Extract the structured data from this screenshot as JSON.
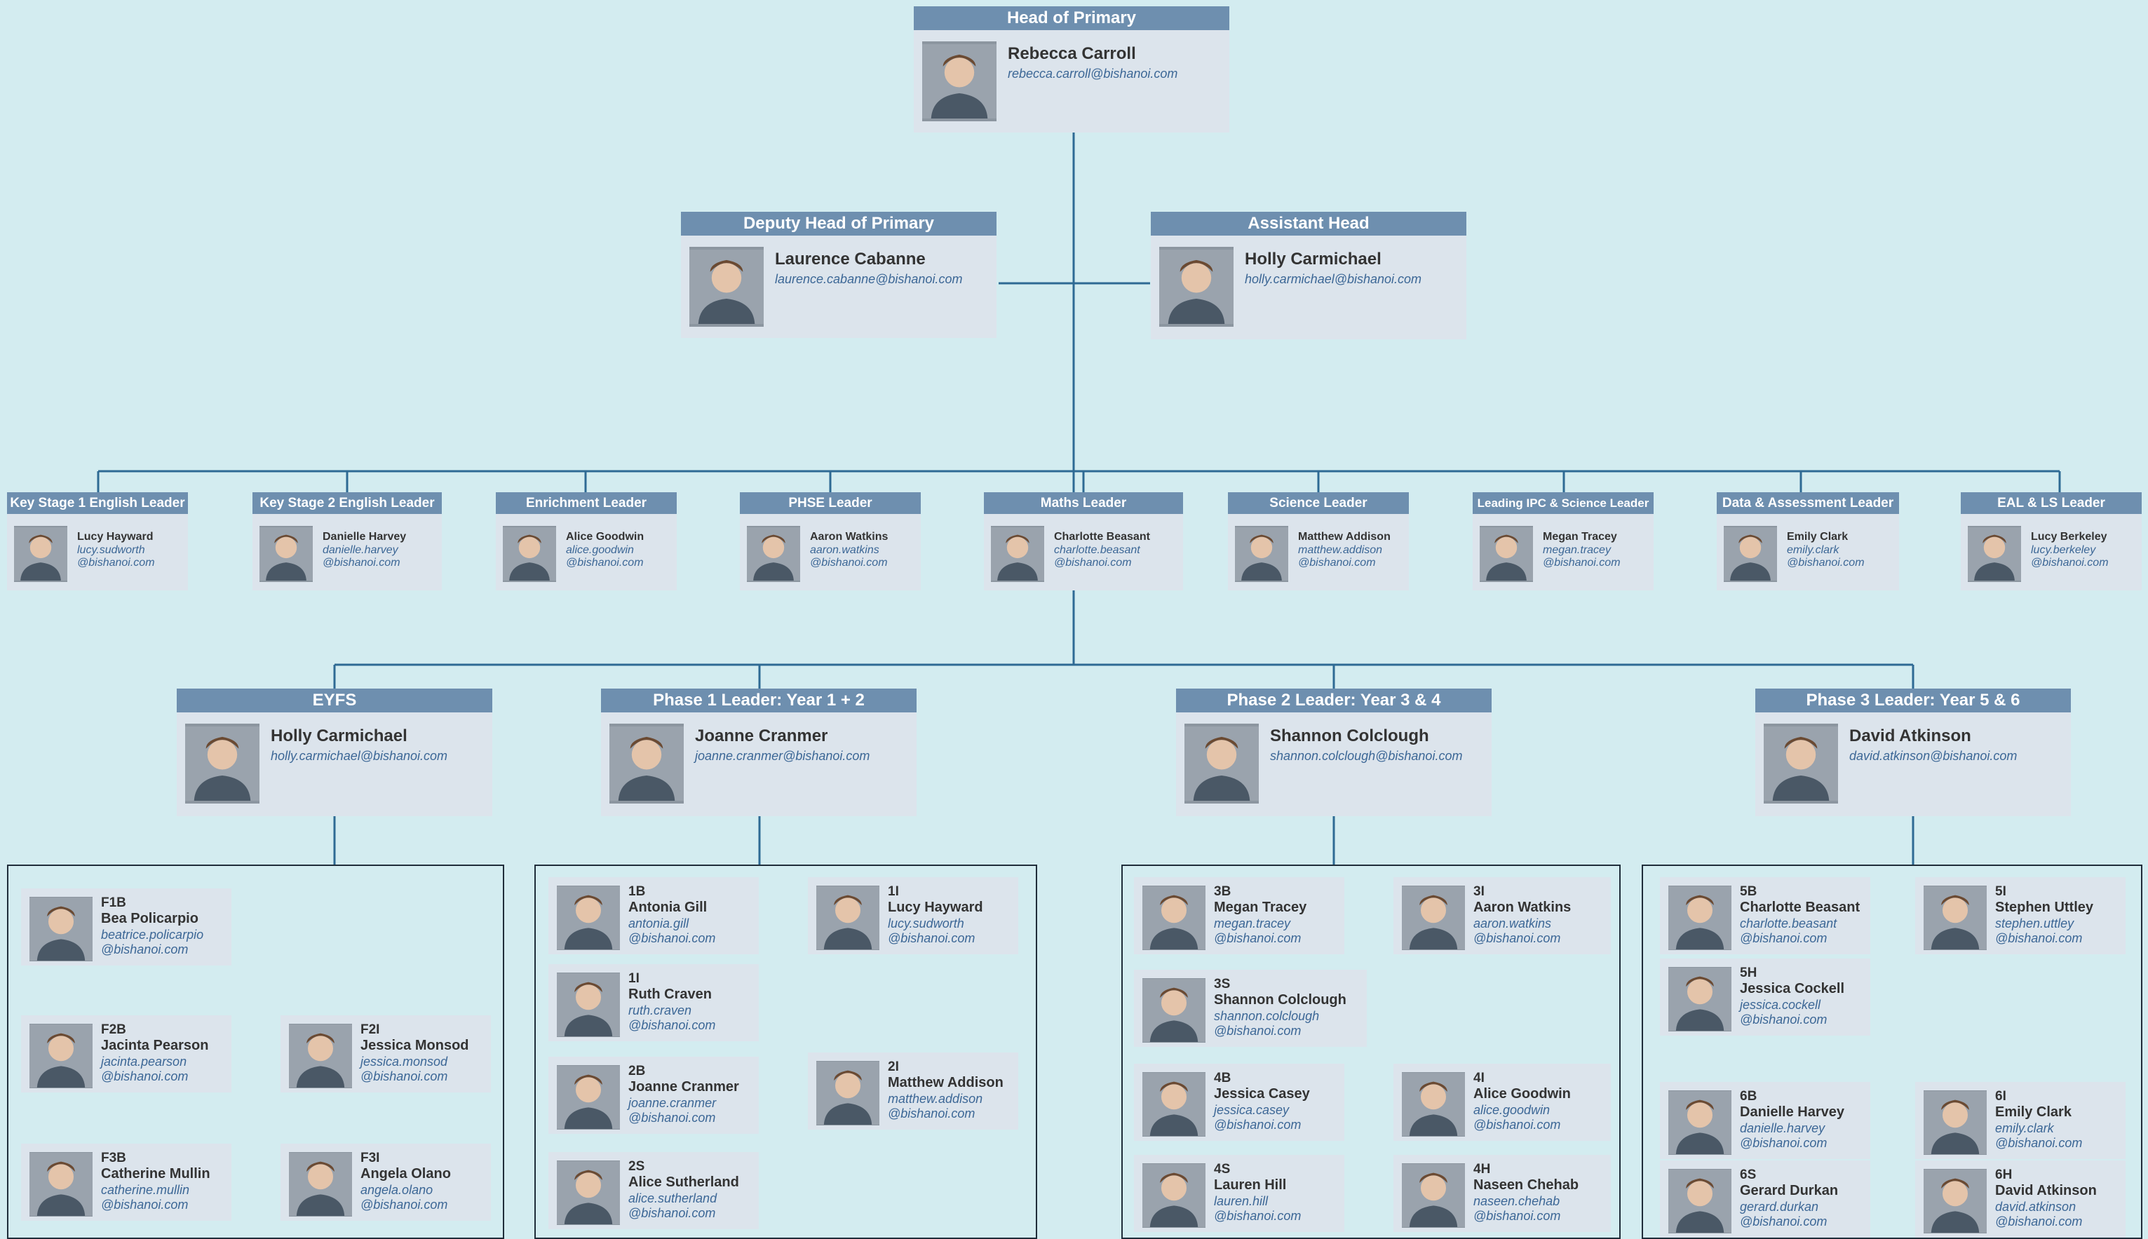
{
  "colors": {
    "background": "#d3ecf0",
    "header_bar": "#6e8faf",
    "card": "#dce4ec",
    "line": "#2e6a94",
    "email": "#3c6796",
    "name": "#333333",
    "team_border": "#1f2d3a"
  },
  "head": {
    "role": "Head of Primary",
    "name": "Rebecca Carroll",
    "email": "rebecca.carroll@bishanoi.com"
  },
  "deputy": {
    "role": "Deputy Head of Primary",
    "name": "Laurence Cabanne",
    "email": "laurence.cabanne@bishanoi.com"
  },
  "assistant": {
    "role": "Assistant Head",
    "name": "Holly Carmichael",
    "email": "holly.carmichael@bishanoi.com"
  },
  "leaders": [
    {
      "role": "Key Stage 1 English Leader",
      "name": "Lucy Hayward",
      "email1": "lucy.sudworth",
      "email2": "@bishanoi.com"
    },
    {
      "role": "Key Stage 2 English Leader",
      "name": "Danielle Harvey",
      "email1": "danielle.harvey",
      "email2": "@bishanoi.com"
    },
    {
      "role": "Enrichment Leader",
      "name": "Alice Goodwin",
      "email1": "alice.goodwin",
      "email2": "@bishanoi.com"
    },
    {
      "role": "PHSE Leader",
      "name": "Aaron Watkins",
      "email1": "aaron.watkins",
      "email2": "@bishanoi.com"
    },
    {
      "role": "Maths Leader",
      "name": "Charlotte Beasant",
      "email1": "charlotte.beasant",
      "email2": "@bishanoi.com"
    },
    {
      "role": "Science Leader",
      "name": "Matthew Addison",
      "email1": "matthew.addison",
      "email2": "@bishanoi.com"
    },
    {
      "role": "Leading IPC & Science Leader",
      "name": "Megan Tracey",
      "email1": "megan.tracey",
      "email2": "@bishanoi.com"
    },
    {
      "role": "Data & Assessment Leader",
      "name": "Emily Clark",
      "email1": "emily.clark",
      "email2": "@bishanoi.com"
    },
    {
      "role": "EAL & LS Leader",
      "name": "Lucy Berkeley",
      "email1": "lucy.berkeley",
      "email2": "@bishanoi.com"
    }
  ],
  "phases": [
    {
      "role": "EYFS",
      "name": "Holly Carmichael",
      "email": "holly.carmichael@bishanoi.com"
    },
    {
      "role": "Phase 1 Leader: Year 1 + 2",
      "name": "Joanne Cranmer",
      "email": "joanne.cranmer@bishanoi.com"
    },
    {
      "role": "Phase 2 Leader: Year 3 & 4",
      "name": "Shannon Colclough",
      "email": "shannon.colclough@bishanoi.com"
    },
    {
      "role": "Phase 3 Leader: Year 5 & 6",
      "name": "David Atkinson",
      "email": "david.atkinson@bishanoi.com"
    }
  ],
  "classes": [
    [
      {
        "code": "F1B",
        "name": "Bea Policarpio",
        "email1": "beatrice.policarpio",
        "email2": "@bishanoi.com"
      },
      {
        "code": "F2B",
        "name": "Jacinta Pearson",
        "email1": "jacinta.pearson",
        "email2": "@bishanoi.com"
      },
      {
        "code": "F2I",
        "name": "Jessica Monsod",
        "email1": "jessica.monsod",
        "email2": "@bishanoi.com"
      },
      {
        "code": "F3B",
        "name": "Catherine Mullin",
        "email1": "catherine.mullin",
        "email2": "@bishanoi.com"
      },
      {
        "code": "F3I",
        "name": "Angela Olano",
        "email1": "angela.olano",
        "email2": "@bishanoi.com"
      }
    ],
    [
      {
        "code": "1B",
        "name": "Antonia Gill",
        "email1": "antonia.gill",
        "email2": "@bishanoi.com"
      },
      {
        "code": "1I",
        "name": "Lucy Hayward",
        "email1": "lucy.sudworth",
        "email2": "@bishanoi.com"
      },
      {
        "code": "1I",
        "name": "Ruth Craven",
        "email1": "ruth.craven",
        "email2": "@bishanoi.com"
      },
      {
        "code": "2B",
        "name": "Joanne Cranmer",
        "email1": "joanne.cranmer",
        "email2": "@bishanoi.com"
      },
      {
        "code": "2I",
        "name": "Matthew Addison",
        "email1": "matthew.addison",
        "email2": "@bishanoi.com"
      },
      {
        "code": "2S",
        "name": "Alice Sutherland",
        "email1": "alice.sutherland",
        "email2": "@bishanoi.com"
      }
    ],
    [
      {
        "code": "3B",
        "name": "Megan Tracey",
        "email1": "megan.tracey",
        "email2": "@bishanoi.com"
      },
      {
        "code": "3I",
        "name": "Aaron Watkins",
        "email1": "aaron.watkins",
        "email2": "@bishanoi.com"
      },
      {
        "code": "3S",
        "name": "Shannon Colclough",
        "email1": "shannon.colclough",
        "email2": "@bishanoi.com"
      },
      {
        "code": "4B",
        "name": "Jessica Casey",
        "email1": "jessica.casey",
        "email2": "@bishanoi.com"
      },
      {
        "code": "4I",
        "name": "Alice Goodwin",
        "email1": "alice.goodwin",
        "email2": "@bishanoi.com"
      },
      {
        "code": "4S",
        "name": "Lauren Hill",
        "email1": "lauren.hill",
        "email2": "@bishanoi.com"
      },
      {
        "code": "4H",
        "name": "Naseen Chehab",
        "email1": "naseen.chehab",
        "email2": "@bishanoi.com"
      }
    ],
    [
      {
        "code": "5B",
        "name": "Charlotte Beasant",
        "email1": "charlotte.beasant",
        "email2": "@bishanoi.com"
      },
      {
        "code": "5I",
        "name": "Stephen Uttley",
        "email1": "stephen.uttley",
        "email2": "@bishanoi.com"
      },
      {
        "code": "5H",
        "name": "Jessica Cockell",
        "email1": "jessica.cockell",
        "email2": "@bishanoi.com"
      },
      {
        "code": "6B",
        "name": "Danielle Harvey",
        "email1": "danielle.harvey",
        "email2": "@bishanoi.com"
      },
      {
        "code": "6I",
        "name": "Emily Clark",
        "email1": "emily.clark",
        "email2": "@bishanoi.com"
      },
      {
        "code": "6S",
        "name": "Gerard Durkan",
        "email1": "gerard.durkan",
        "email2": "@bishanoi.com"
      },
      {
        "code": "6H",
        "name": "David Atkinson",
        "email1": "david.atkinson",
        "email2": "@bishanoi.com"
      }
    ]
  ]
}
